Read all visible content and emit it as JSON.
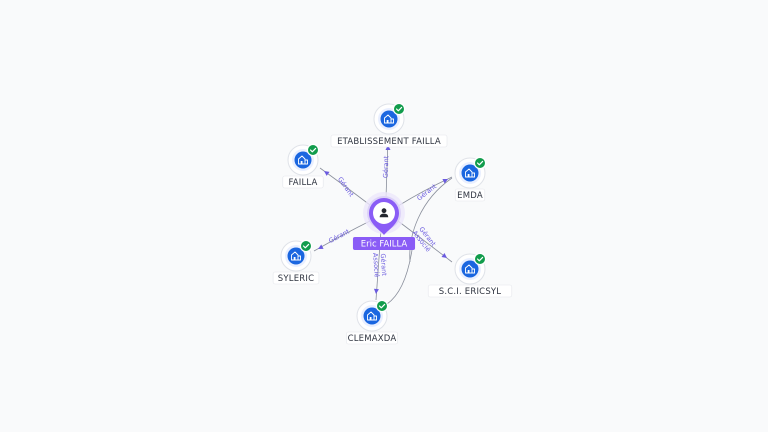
{
  "colors": {
    "company_icon": "#1a66e0",
    "verified_badge": "#119c4c",
    "person_pin": "#8a5cf6",
    "edge_label": "#6a5adf",
    "edge_line": "#8a8f9c"
  },
  "person": {
    "name": "Eric FAILLA",
    "icon": "user-icon"
  },
  "companies": [
    {
      "id": "etablissement-failla",
      "name": "ETABLISSEMENT FAILLA",
      "icon": "company-icon",
      "verified": true
    },
    {
      "id": "failla",
      "name": "FAILLA",
      "icon": "company-icon",
      "verified": true
    },
    {
      "id": "emda",
      "name": "EMDA",
      "icon": "company-icon",
      "verified": true
    },
    {
      "id": "syleric",
      "name": "SYLERIC",
      "icon": "company-icon",
      "verified": true
    },
    {
      "id": "sci-ericsyl",
      "name": "S.C.I. ERICSYL",
      "icon": "company-icon",
      "verified": true
    },
    {
      "id": "clemaxda",
      "name": "CLEMAXDA",
      "icon": "company-icon",
      "verified": true
    }
  ],
  "relations": [
    {
      "to": "etablissement-failla",
      "label": "Gérant"
    },
    {
      "to": "failla",
      "label": "Gérant"
    },
    {
      "to": "emda",
      "label": "Gérant"
    },
    {
      "to": "syleric",
      "label": "Gérant"
    },
    {
      "to": "sci-ericsyl",
      "label": "Gérant Associé"
    },
    {
      "to": "clemaxda",
      "label": "Gérant Associé"
    }
  ]
}
